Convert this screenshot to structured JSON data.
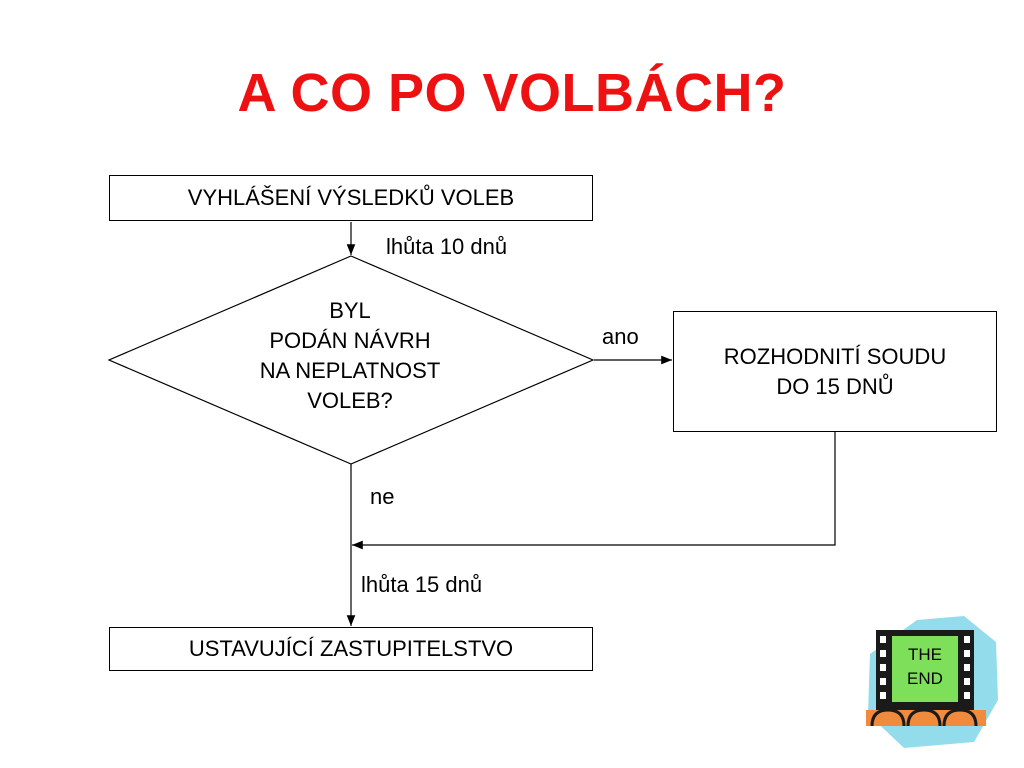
{
  "title": {
    "text": "A CO PO VOLBÁCH?",
    "color": "#ee1111"
  },
  "flowchart": {
    "start_box": "VYHLÁŠENÍ VÝSLEDKŮ VOLEB",
    "deadline_1": "lhůta 10 dnů",
    "decision": {
      "lines": [
        "BYL",
        "PODÁN NÁVRH",
        "NA NEPLATNOST",
        "VOLEB?"
      ]
    },
    "yes_label": "ano",
    "no_label": "ne",
    "court_box": {
      "lines": [
        "ROZHODNITÍ SOUDU",
        "DO 15 DNŮ"
      ]
    },
    "deadline_2": "lhůta 15 dnů",
    "end_box": "USTAVUJÍCÍ ZASTUPITELSTVO"
  },
  "clipart": {
    "lines": [
      "THE",
      "END"
    ],
    "colors": {
      "film": "#1a1a1a",
      "screen": "#7ee05a",
      "background": "#7fd6e8",
      "seats": "#f08a3c"
    }
  }
}
